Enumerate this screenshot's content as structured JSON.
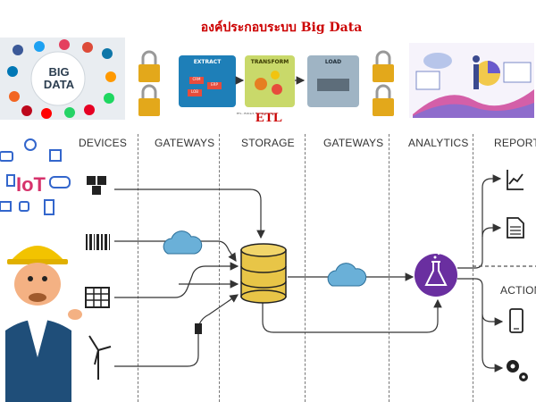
{
  "title": "องค์ประกอบระบบ Big Data",
  "big_data_badge": {
    "line1": "BIG",
    "line2": "DATA"
  },
  "etl": {
    "label": "ETL",
    "caption": "ETL - Extract, Transform, Load",
    "boxes": [
      {
        "title": "EXTRACT",
        "color": "#1e7fb8",
        "chips": [
          "CRM",
          "LOB",
          "ERP"
        ]
      },
      {
        "title": "TRANSFORM",
        "color": "#c9d96a",
        "chips": []
      },
      {
        "title": "LOAD",
        "color": "#9fb4c4",
        "chips": []
      }
    ]
  },
  "columns": [
    "DEVICES",
    "GATEWAYS",
    "STORAGE",
    "GATEWAYS",
    "ANALYTICS",
    "REPORT"
  ],
  "action_label": "ACTION",
  "iot_label": "IoT",
  "colors": {
    "red": "#cc0000",
    "storage_gold": "#e8c547",
    "analytics_purple": "#6a2fa0",
    "cloud_blue": "#6ab0d8",
    "line": "#333333"
  }
}
